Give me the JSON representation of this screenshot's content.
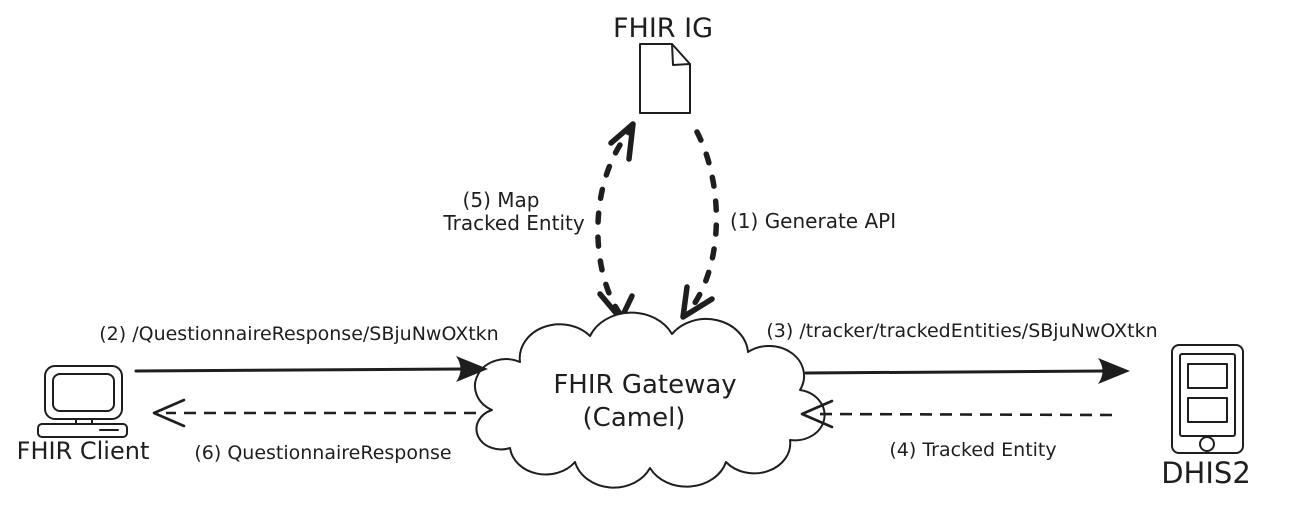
{
  "colors": {
    "ink": "#1e1e1e",
    "background": "#ffffff"
  },
  "nodes": {
    "fhir_ig": {
      "label": "FHIR IG"
    },
    "gateway": {
      "label_line1": "FHIR Gateway",
      "label_line2": "(Camel)"
    },
    "fhir_client": {
      "label": "FHIR Client"
    },
    "dhis2": {
      "label": "DHIS2"
    }
  },
  "arrows": {
    "generate_api": {
      "label": "(1) Generate API",
      "style": "dashed"
    },
    "questionnaire_request": {
      "label": "(2) /QuestionnaireResponse/SBjuNwOXtkn",
      "style": "solid"
    },
    "tracker_request": {
      "label": "(3) /tracker/trackedEntities/SBjuNwOXtkn",
      "style": "solid"
    },
    "tracked_entity_return": {
      "label": "(4) Tracked Entity",
      "style": "dashed"
    },
    "map_tracked_entity": {
      "label_line1": "(5) Map",
      "label_line2": "Tracked Entity",
      "style": "dashed"
    },
    "questionnaire_return": {
      "label": "(6) QuestionnaireResponse",
      "style": "dashed"
    }
  }
}
